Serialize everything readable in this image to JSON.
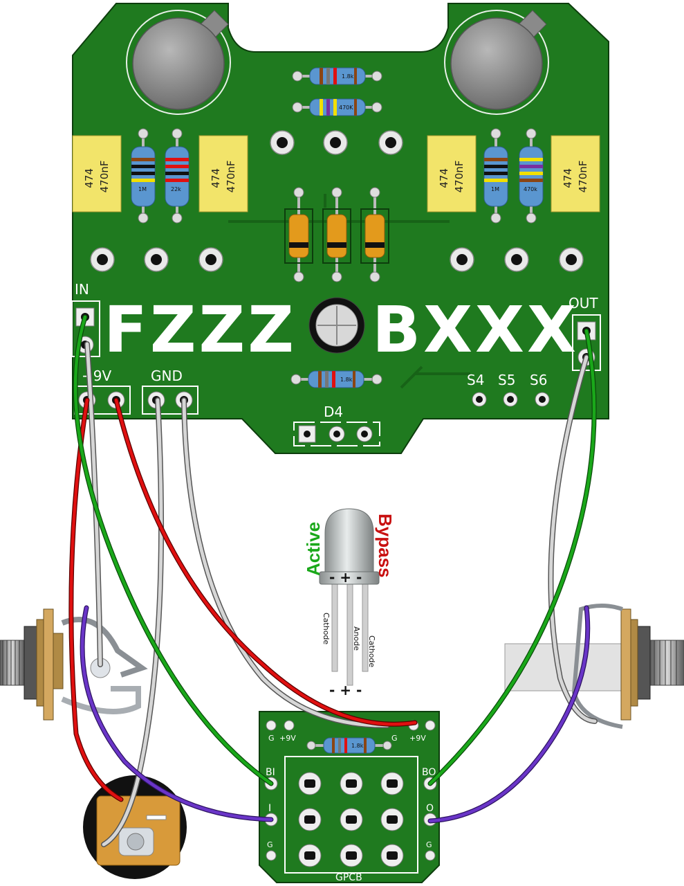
{
  "board": {
    "title_left": "FZZZ",
    "title_right": "BXXX",
    "in_label": "IN",
    "out_label": "OUT",
    "v9_label": "+9V",
    "gnd_label": "GND",
    "s4_label": "S4",
    "s5_label": "S5",
    "s6_label": "S6",
    "d4_label": "D4"
  },
  "capacitors": [
    {
      "code": "474",
      "value": "470nF"
    },
    {
      "code": "474",
      "value": "470nF"
    },
    {
      "code": "474",
      "value": "470nF"
    },
    {
      "code": "474",
      "value": "470nF"
    }
  ],
  "resistors": {
    "left_1": "1M",
    "left_2": "22k",
    "right_1": "1M",
    "right_2": "470k",
    "top_1": "1.8k",
    "top_2": "470K",
    "bottom": "1.8k",
    "footswitch": "1.8k"
  },
  "led": {
    "active_label": "Active",
    "bypass_label": "Bypass",
    "pin_left": "Cathode",
    "pin_mid": "Anode",
    "pin_right": "Cathode",
    "polarity_top": "- + -",
    "polarity_bottom": "- + -"
  },
  "footswitch_pcb": {
    "name": "GPCB",
    "g_left": "G",
    "v9_left": "+9V",
    "g_right": "G",
    "v9_right": "+9V",
    "bi": "BI",
    "bo": "BO",
    "i": "I",
    "o": "O",
    "g_bottom_left": "G",
    "g_bottom_right": "G"
  },
  "colors": {
    "pcb_green": "#1f7a1f",
    "wire_red": "#e01010",
    "wire_green": "#1aa81a",
    "wire_grey": "#d6d6d6",
    "wire_purple": "#6a35c8",
    "cap_yellow": "#f2e46a"
  }
}
